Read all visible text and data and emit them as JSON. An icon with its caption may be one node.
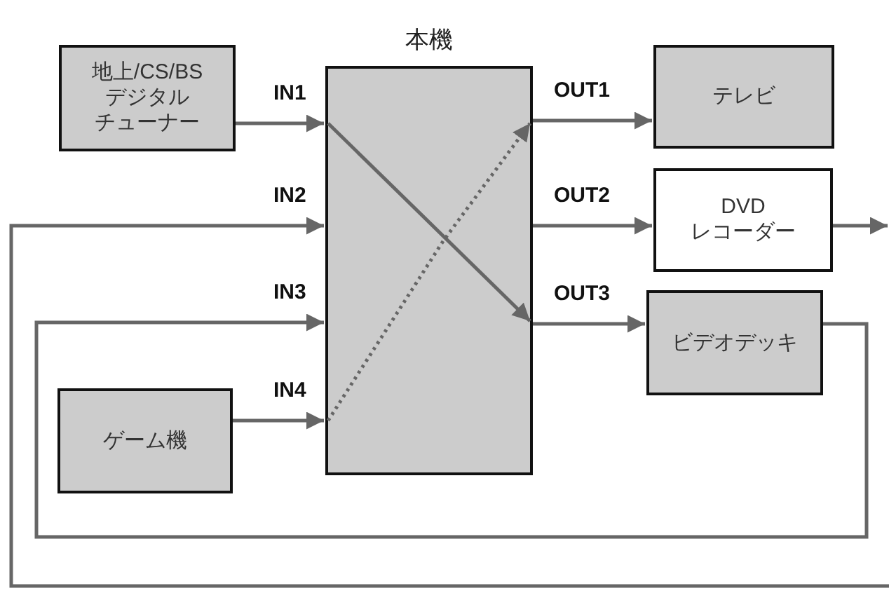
{
  "diagram": {
    "nodes": [
      {
        "text": [
          "本機"
        ]
      },
      {
        "text": [
          "地上/CS/BSデジタルチューナー"
        ]
      },
      {
        "text": [
          "ゲーム機"
        ]
      },
      {
        "text": [
          "テレビ"
        ]
      },
      {
        "text": [
          "DVDレコーダー"
        ]
      },
      {
        "text": [
          "ビデオデッキ"
        ]
      }
    ],
    "edges": [
      {
        "from": 1,
        "to": 0,
        "arrow": "to",
        "label": "IN1"
      },
      {
        "from": null,
        "to": 0,
        "arrow": "to",
        "label": "IN2"
      },
      {
        "from": 5,
        "to": 0,
        "arrow": "to",
        "label": "IN3"
      },
      {
        "from": 2,
        "to": 0,
        "arrow": "to",
        "label": "IN4"
      },
      {
        "from": 0,
        "to": 3,
        "arrow": "to",
        "label": "OUT1"
      },
      {
        "from": 0,
        "to": 4,
        "arrow": "to",
        "label": "OUT2"
      },
      {
        "from": 0,
        "to": 5,
        "arrow": "to",
        "label": "OUT3"
      },
      {
        "from": 4,
        "to": null,
        "arrow": "to"
      }
    ]
  }
}
